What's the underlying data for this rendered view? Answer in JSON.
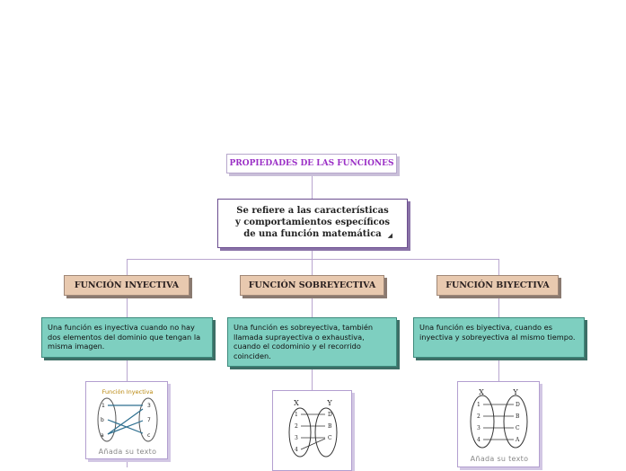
{
  "root": {
    "title": "PROPIEDADES DE LAS FUNCIONES",
    "description_lines": [
      "Se refiere a las características",
      "y comportamientos específicos",
      "de una función matemática"
    ]
  },
  "branches": [
    {
      "name": "FUNCIÓN INYECTIVA",
      "definition": "Una función es inyectiva cuando no hay dos elementos del dominio que tengan la misma imagen.",
      "image_title": "Función Inyectiva",
      "domain": [
        "1",
        "b",
        "a"
      ],
      "codomain": [
        "3",
        "7",
        "c"
      ],
      "caption": "Añada su texto"
    },
    {
      "name": "FUNCIÓN SOBREYECTIVA",
      "definition": "Una función es sobreyectiva, también llamada suprayectiva o exhaustiva, cuando el codominio y el recorrido coinciden.",
      "domain_label": "X",
      "codomain_label": "Y",
      "domain": [
        "1",
        "2",
        "3",
        "4"
      ],
      "codomain": [
        "D",
        "B",
        "C"
      ]
    },
    {
      "name": "FUNCIÓN BIYECTIVA",
      "definition": "Una función es biyectiva, cuando es inyectiva y sobreyectiva al mismo tiempo.",
      "domain_label": "X",
      "codomain_label": "Y",
      "domain": [
        "1",
        "2",
        "3",
        "4"
      ],
      "codomain": [
        "D",
        "B",
        "C",
        "A"
      ],
      "caption": "Añada su texto"
    }
  ],
  "colors": {
    "title_text": "#9b30c6",
    "function_box": "#e8c9af",
    "definition_box": "#7ecfc0",
    "connector": "#b9a6cf"
  }
}
